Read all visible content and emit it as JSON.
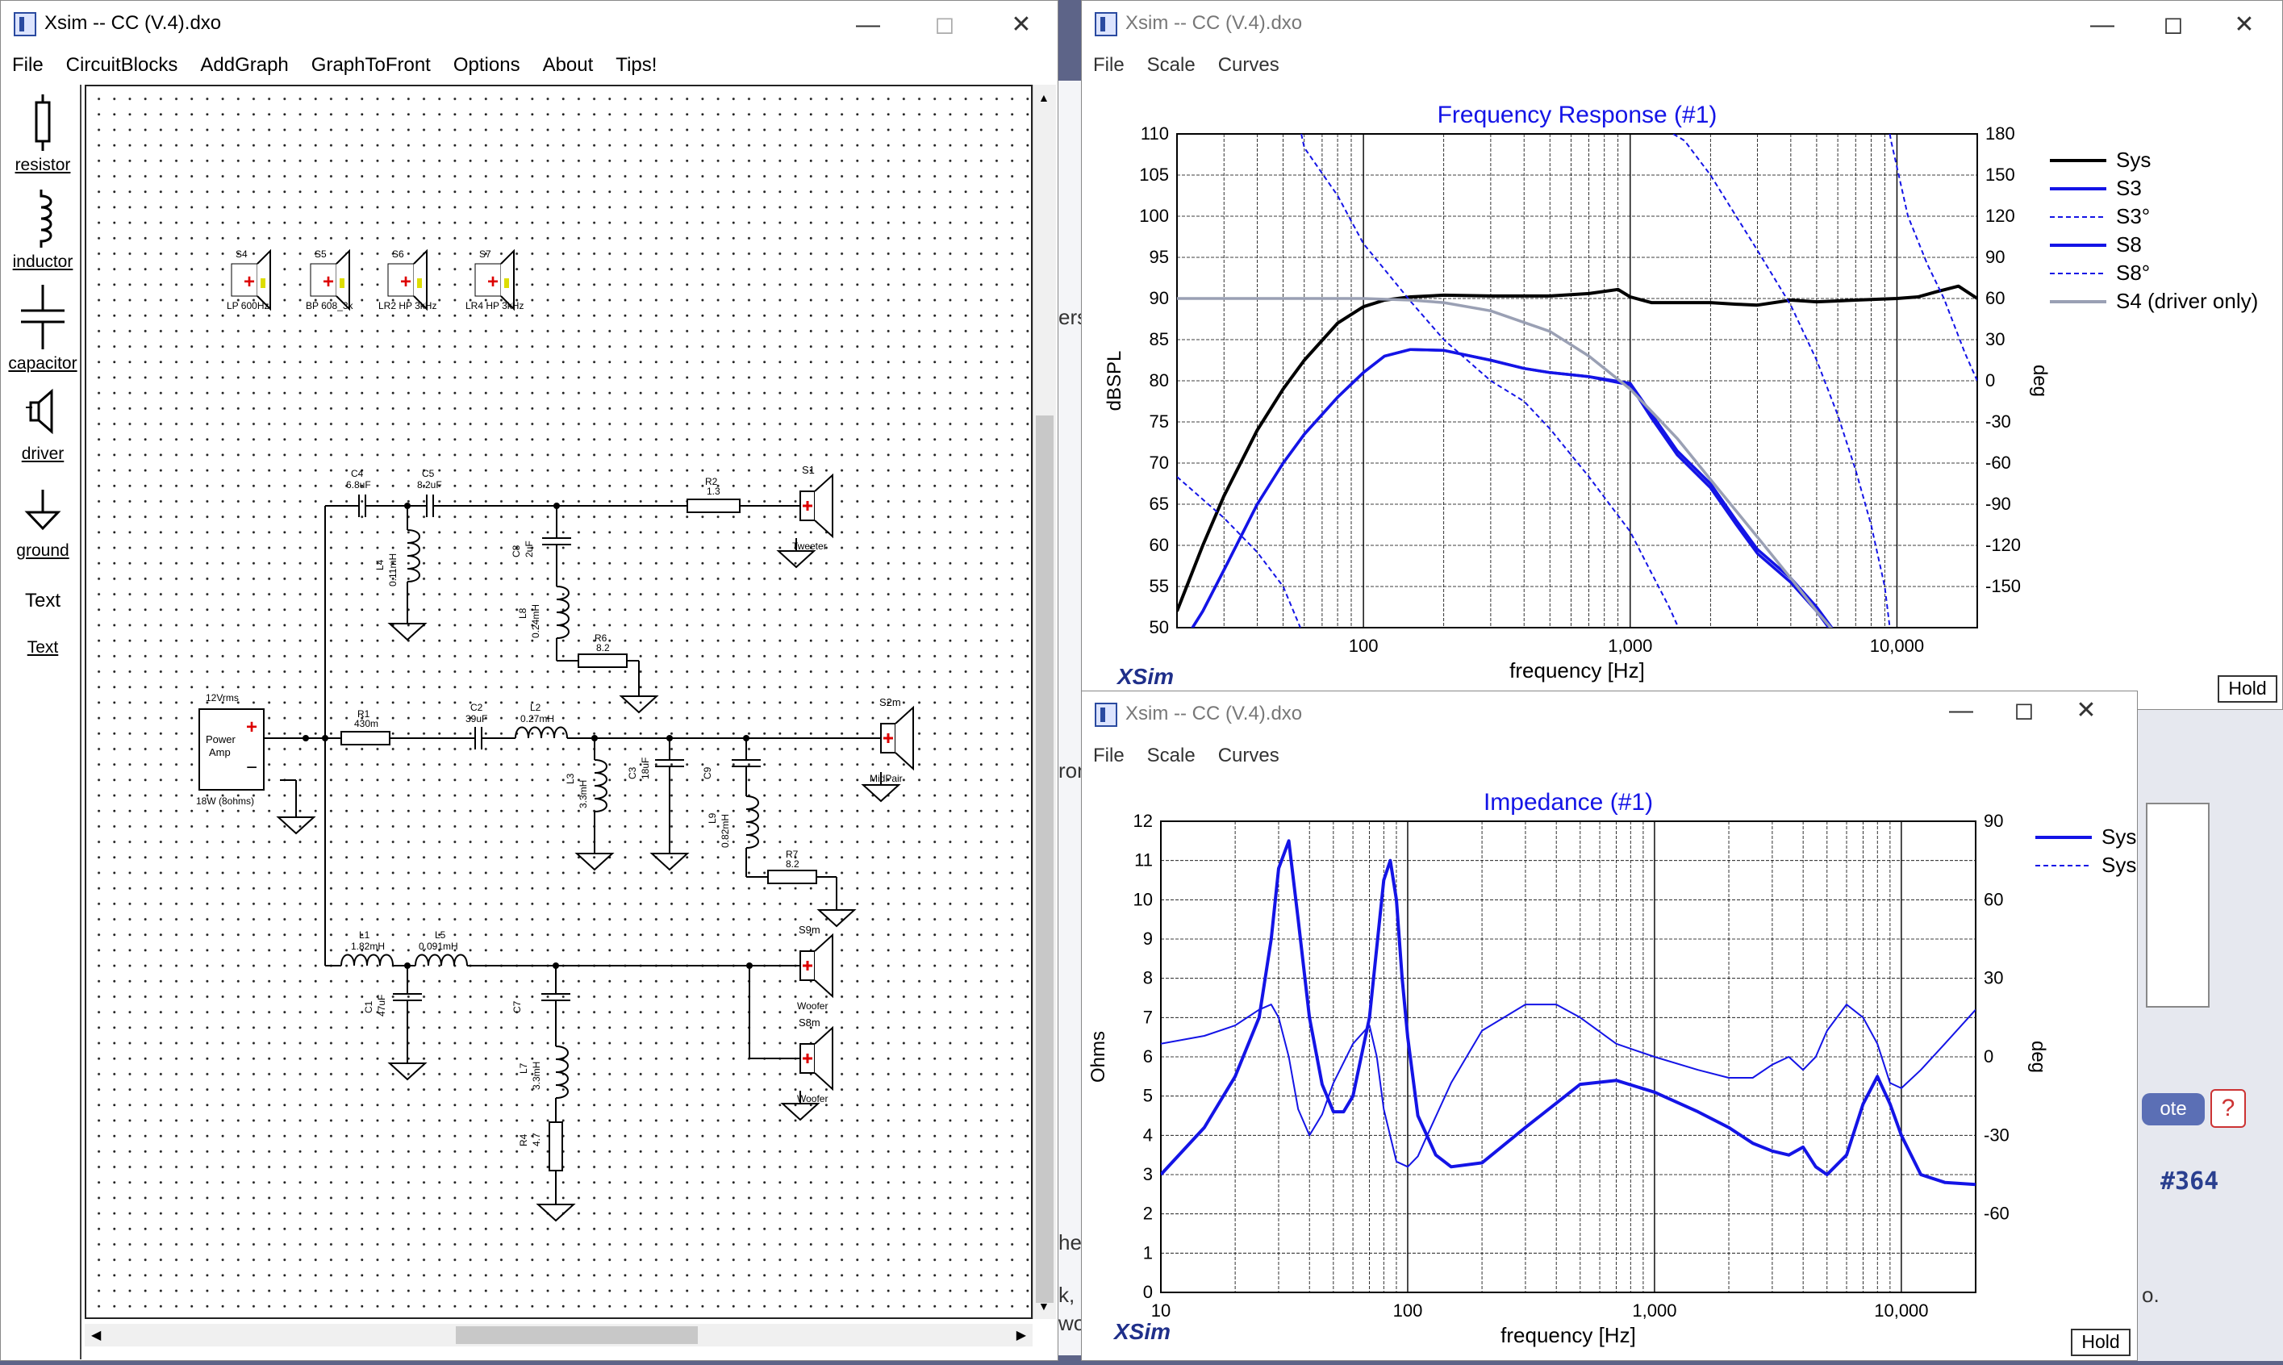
{
  "desktop_fragments": {
    "ers": "ers",
    "rom": "ron",
    "he": "he",
    "k": "k,",
    "wo": "wo",
    "o": "o.",
    "post_number": "#364",
    "vote": "ote"
  },
  "circuit_window": {
    "title": "Xsim -- CC (V.4).dxo",
    "menu": [
      "File",
      "CircuitBlocks",
      "AddGraph",
      "GraphToFront",
      "Options",
      "About",
      "Tips!"
    ],
    "toolbox": [
      {
        "label": "resistor",
        "icon": "resistor-icon"
      },
      {
        "label": "inductor",
        "icon": "inductor-icon"
      },
      {
        "label": "capacitor",
        "icon": "capacitor-icon"
      },
      {
        "label": "driver",
        "icon": "driver-icon"
      },
      {
        "label": "ground",
        "icon": "ground-icon"
      },
      {
        "label": "Text",
        "icon": "text-icon"
      },
      {
        "label": "Text",
        "icon": "text-link"
      }
    ],
    "top_drivers": [
      {
        "name": "S4",
        "label": "LP 600Hz"
      },
      {
        "name": "S5",
        "label": "BP 608_3k"
      },
      {
        "name": "S6",
        "label": "LR2 HP 3kHz"
      },
      {
        "name": "S7",
        "label": "LR4 HP 3kHz"
      }
    ],
    "components": {
      "C4": {
        "name": "C4",
        "value": "6.8uF"
      },
      "C5": {
        "name": "C5",
        "value": "8.2uF"
      },
      "R2": {
        "name": "R2",
        "value": "1.3"
      },
      "S1": {
        "name": "S1",
        "label": "Tweeter"
      },
      "L4": {
        "name": "L4",
        "value": "0.11mH"
      },
      "C8": {
        "name": "C8",
        "value": "2uF"
      },
      "L8": {
        "name": "L8",
        "value": "0.24mH"
      },
      "R6": {
        "name": "R6",
        "value": "8.2"
      },
      "amp": {
        "name": "12Vrms",
        "label1": "Power",
        "label2": "Amp",
        "note": "18W (8ohms)"
      },
      "R1": {
        "name": "R1",
        "value": "430m"
      },
      "C2": {
        "name": "C2",
        "value": "39uF"
      },
      "L2": {
        "name": "L2",
        "value": "0.27mH"
      },
      "S2": {
        "name": "S2m",
        "label": "MidPair"
      },
      "L3": {
        "name": "L3",
        "value": "3.3mH"
      },
      "C3": {
        "name": "C3",
        "value": "18uF"
      },
      "C9": {
        "name": "C9",
        "value": ""
      },
      "L9": {
        "name": "L9",
        "value": "0.82mH"
      },
      "R7": {
        "name": "R7",
        "value": "8.2"
      },
      "L1": {
        "name": "L1",
        "value": "1.82mH"
      },
      "L5": {
        "name": "L5",
        "value": "0.091mH"
      },
      "S9": {
        "name": "S9m",
        "label": "Woofer"
      },
      "C1": {
        "name": "C1",
        "value": "47uF"
      },
      "C7": {
        "name": "C7",
        "value": ""
      },
      "S8": {
        "name": "S8m",
        "label": "Woofer"
      },
      "L7": {
        "name": "L7",
        "value": "3.3mH"
      },
      "R4": {
        "name": "R4",
        "value": "4.7"
      }
    }
  },
  "freq_window": {
    "title": "Xsim -- CC (V.4).dxo",
    "menu": [
      "File",
      "Scale",
      "Curves"
    ],
    "graph_title": "Frequency Response (#1)",
    "ylabel": "dBSPL",
    "y2label": "deg",
    "xlabel": "frequency [Hz]",
    "yticks": [
      "110",
      "105",
      "100",
      "95",
      "90",
      "85",
      "80",
      "75",
      "70",
      "65",
      "60",
      "55",
      "50"
    ],
    "y2ticks": [
      "180",
      "150",
      "120",
      "90",
      "60",
      "30",
      "0",
      "-30",
      "-60",
      "-90",
      "-120",
      "-150"
    ],
    "xticks": [
      "100",
      "1,000",
      "10,000"
    ],
    "legend": [
      "Sys",
      "S3",
      "S3°",
      "S8",
      "S8°",
      "S4 (driver only)"
    ],
    "brand": "XSim",
    "hold": "Hold"
  },
  "imp_window": {
    "title": "Xsim -- CC (V.4).dxo",
    "menu": [
      "File",
      "Scale",
      "Curves"
    ],
    "graph_title": "Impedance (#1)",
    "ylabel": "Ohms",
    "y2label": "deg",
    "xlabel": "frequency [Hz]",
    "yticks": [
      "12",
      "11",
      "10",
      "9",
      "8",
      "7",
      "6",
      "5",
      "4",
      "3",
      "2",
      "1",
      "0"
    ],
    "y2ticks": [
      "90",
      "60",
      "30",
      "0",
      "-30",
      "-60"
    ],
    "xticks": [
      "10",
      "100",
      "1,000",
      "10,000"
    ],
    "legend": [
      "Sys",
      "Sys°"
    ],
    "brand": "XSim",
    "hold": "Hold"
  },
  "chart_data": [
    {
      "type": "line",
      "title": "Frequency Response (#1)",
      "xlabel": "frequency [Hz]",
      "ylabel": "dBSPL",
      "y2label": "deg",
      "xscale": "log",
      "xlim": [
        20,
        20000
      ],
      "ylim": [
        50,
        110
      ],
      "y2lim": [
        -180,
        180
      ],
      "legend_position": "right",
      "series": [
        {
          "name": "Sys",
          "color": "#000000",
          "axis": "left",
          "x": [
            20,
            25,
            30,
            40,
            50,
            60,
            80,
            100,
            120,
            150,
            200,
            300,
            500,
            700,
            900,
            1000,
            1200,
            1500,
            2000,
            2500,
            3000,
            4000,
            5000,
            7000,
            10000,
            12000,
            14000,
            17000,
            20000
          ],
          "y": [
            52,
            60,
            66,
            74,
            79,
            82.5,
            87,
            89,
            89.8,
            90.2,
            90.4,
            90.3,
            90.3,
            90.6,
            91.1,
            90.2,
            89.5,
            89.5,
            89.5,
            89.3,
            89.2,
            89.8,
            89.6,
            89.8,
            90,
            90.2,
            90.8,
            91.5,
            90
          ]
        },
        {
          "name": "S3",
          "color": "#1414e6",
          "axis": "left",
          "x": [
            20,
            25,
            30,
            40,
            50,
            60,
            80,
            100,
            120,
            150,
            200,
            300,
            400,
            500,
            700,
            1000,
            1200,
            1500,
            2000,
            2500,
            3000,
            4000,
            5000,
            6000
          ],
          "y": [
            47,
            52,
            57,
            65,
            70,
            73.5,
            78,
            81,
            83,
            83.8,
            83.7,
            82.5,
            81.5,
            81,
            80.5,
            79.7,
            76,
            71.5,
            67.5,
            63,
            59.5,
            56,
            52.5,
            49
          ]
        },
        {
          "name": "S3°",
          "color": "#1414e6",
          "dashed": true,
          "axis": "right",
          "x": [
            20,
            30,
            40,
            50,
            58,
            58.5,
            60,
            80,
            100,
            150,
            200,
            300,
            400,
            500,
            700,
            1000,
            1200,
            1400,
            1500,
            1520
          ],
          "y": [
            -70,
            -100,
            -125,
            -150,
            -180,
            180,
            170,
            135,
            100,
            58,
            30,
            0,
            -15,
            -35,
            -70,
            -110,
            -140,
            -165,
            -178,
            180
          ]
        },
        {
          "name": "S8",
          "color": "#1414e6",
          "axis": "left",
          "x": [
            20,
            25,
            30,
            40,
            50,
            60,
            80,
            100,
            120,
            150,
            200,
            300,
            400,
            500,
            700,
            1000,
            1200,
            1500,
            2000,
            2500,
            3000,
            4000,
            5000,
            6000
          ],
          "y": [
            47,
            52,
            57,
            65,
            70,
            73.5,
            78,
            81,
            83,
            83.8,
            83.7,
            82.5,
            81.5,
            81,
            80.5,
            79.5,
            75.5,
            71,
            67,
            62.5,
            59,
            55.5,
            52,
            48.5
          ]
        },
        {
          "name": "S8°",
          "color": "#1414e6",
          "dashed": true,
          "axis": "right",
          "x": [
            1450,
            1450,
            1600,
            2000,
            3000,
            4000,
            5000,
            6000,
            7000,
            8000,
            9000,
            9400,
            9400,
            9500,
            11000,
            13000,
            15000,
            18000,
            20000
          ],
          "y": [
            -180,
            180,
            175,
            150,
            95,
            55,
            15,
            -25,
            -65,
            -105,
            -150,
            -180,
            180,
            175,
            120,
            85,
            60,
            20,
            0
          ]
        },
        {
          "name": "S4 (driver only)",
          "color": "#9aa0b4",
          "axis": "left",
          "x": [
            20,
            50,
            100,
            150,
            200,
            300,
            500,
            700,
            1000,
            1500,
            2000,
            3000,
            4000,
            5000,
            6000
          ],
          "y": [
            90,
            90,
            90,
            89.8,
            89.5,
            88.5,
            86,
            83,
            79,
            73,
            68,
            61,
            56,
            52,
            49
          ]
        }
      ]
    },
    {
      "type": "line",
      "title": "Impedance (#1)",
      "xlabel": "frequency [Hz]",
      "ylabel": "Ohms",
      "y2label": "deg",
      "xscale": "log",
      "xlim": [
        10,
        20000
      ],
      "ylim": [
        0,
        12
      ],
      "y2lim": [
        -90,
        90
      ],
      "legend_position": "top-right",
      "series": [
        {
          "name": "Sys",
          "color": "#1414e6",
          "axis": "left",
          "x": [
            10,
            15,
            20,
            25,
            28,
            30,
            33,
            36,
            40,
            45,
            50,
            55,
            60,
            70,
            80,
            85,
            90,
            95,
            100,
            110,
            130,
            150,
            200,
            300,
            500,
            700,
            1000,
            1500,
            2000,
            2500,
            3000,
            3500,
            4000,
            4500,
            5000,
            6000,
            7000,
            8000,
            9000,
            10000,
            12000,
            15000,
            20000
          ],
          "y": [
            3,
            4.2,
            5.5,
            7,
            9,
            10.8,
            11.5,
            9.5,
            7,
            5.3,
            4.6,
            4.6,
            5,
            7,
            10.5,
            11,
            10,
            8,
            6.5,
            4.5,
            3.5,
            3.2,
            3.3,
            4.2,
            5.3,
            5.4,
            5.1,
            4.6,
            4.2,
            3.8,
            3.6,
            3.5,
            3.7,
            3.2,
            3,
            3.5,
            4.8,
            5.5,
            4.8,
            4,
            3,
            2.8,
            2.75
          ]
        },
        {
          "name": "Sys°",
          "color": "#1414e6",
          "dashed": false,
          "axis": "right",
          "x": [
            10,
            15,
            20,
            25,
            28,
            30,
            33,
            36,
            40,
            45,
            50,
            60,
            70,
            75,
            80,
            90,
            100,
            110,
            120,
            150,
            200,
            300,
            400,
            500,
            700,
            1000,
            1500,
            2000,
            2500,
            3000,
            3500,
            4000,
            4500,
            5000,
            6000,
            7000,
            8000,
            9000,
            10000,
            12000,
            15000,
            20000
          ],
          "y": [
            5,
            8,
            12,
            18,
            20,
            15,
            0,
            -20,
            -30,
            -22,
            -10,
            5,
            12,
            0,
            -20,
            -40,
            -42,
            -38,
            -30,
            -10,
            10,
            20,
            20,
            15,
            5,
            0,
            -5,
            -8,
            -8,
            -3,
            0,
            -5,
            0,
            10,
            20,
            15,
            5,
            -10,
            -12,
            -5,
            5,
            18
          ]
        }
      ]
    }
  ]
}
